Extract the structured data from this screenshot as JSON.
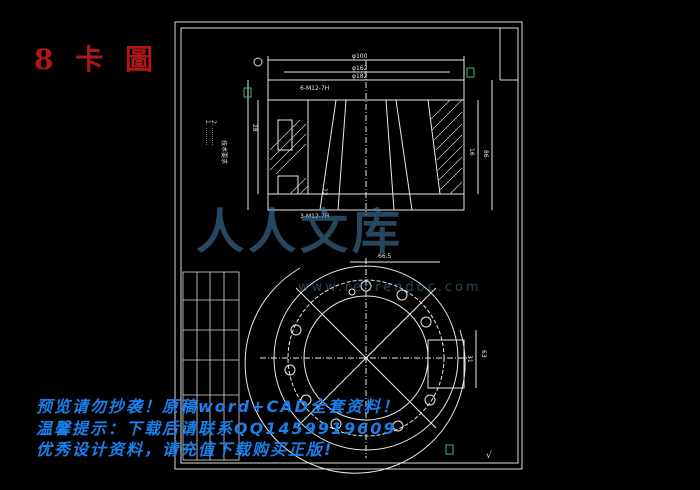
{
  "title_badge": "8 卡 圖",
  "watermark": {
    "brand": "人人文库",
    "url": "www.renrendoc.com"
  },
  "banner_lines": [
    "预览请勿抄袭！原稿word+CAD全套资料！",
    "温馨提示：下载后请联系QQ1459919609",
    "优秀设计资料，请充值下载购买正版!"
  ],
  "top_view": {
    "dims": [
      "φ100",
      "φ162",
      "φ182",
      "6-M12-7H",
      "3-M12-7H"
    ],
    "side_dims": [
      "86",
      "16",
      "28",
      "22"
    ],
    "notes": "技术要求"
  },
  "bottom_view": {
    "dims": [
      "66.5",
      "63",
      "31"
    ]
  },
  "colors": {
    "line": "#e8e8e8",
    "hatch": "#cfcfcf",
    "accent": "#36c060",
    "title": "#b01818",
    "banner": "#1a7fe8"
  }
}
